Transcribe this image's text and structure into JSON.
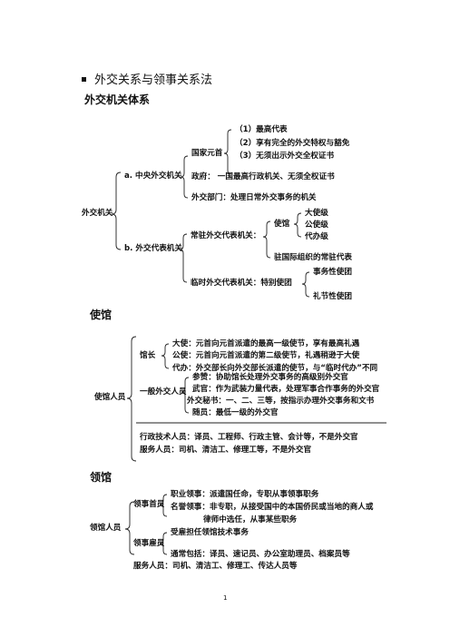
{
  "heading": "外交关系与领事关系法",
  "section1": {
    "title": "外交机关体系",
    "root": "外交机关",
    "a": {
      "label": "a. 中央外交机关",
      "head_of_state": "国家元首",
      "hos_items": [
        "（1）最高代表",
        "（2）享有完全的外交特权与豁免",
        "（3）无须出示外交全权证书"
      ],
      "government": "政府：  一国最高行政机关、无须全权证书",
      "ministry": "外交部门：处理日常外交事务的机关"
    },
    "b": {
      "label": "b. 外交代表机关",
      "permanent": "常驻外交代表机关：",
      "envoy": "使馆",
      "envoy_levels": [
        "大使级",
        "公使级",
        "代办级"
      ],
      "intl_org": "驻国际组织的常驻代表",
      "temporary": "临时外交代表机关：特别使团",
      "temp_items": [
        "事务性使团",
        "礼节性使团"
      ]
    }
  },
  "section2": {
    "title": "使馆",
    "root": "使馆人员",
    "chief": "馆长",
    "chief_items": [
      "大使：元首向元首派遣的最高一级使节，享有最高礼遇",
      "公使：元首向元首派遣的第二级使节，礼遇稍逊于大使",
      "代办：外交部长向外交部长派遣的使节，与“临时代办”不同"
    ],
    "general": "一般外交人员",
    "general_items": [
      "参赞：协助馆长处理外交事务的高级别外交官",
      "武官：作为武装力量代表，处理军事合作事务的外交官",
      "外交秘书：一、二、三等，按指示办理外交事务和文书",
      "随员：最低一级的外交官"
    ],
    "admin": "行政技术人员：译员、工程师、行政主管、会计等，不是外交官",
    "service": "服务人员：司机、清洁工、修理工等，不是外交官"
  },
  "section3": {
    "title": "领馆",
    "root": "领馆人员",
    "heads": "领事首员",
    "heads_items": [
      "职业领事：派遣国任命，专职从事领事职务",
      "名誉领事：非专职，从接受国中的本国侨民或当地的商人或",
      "律师中选任，从事某些职务"
    ],
    "employees": "领事雇员",
    "employees_items": [
      "受雇担任领馆技术事务",
      "通常包括：译员、速记员、办公室助理员、档案员等"
    ],
    "service": "服务人员：司机、清洁工、修理工、传达人员等"
  },
  "page_number": "1"
}
